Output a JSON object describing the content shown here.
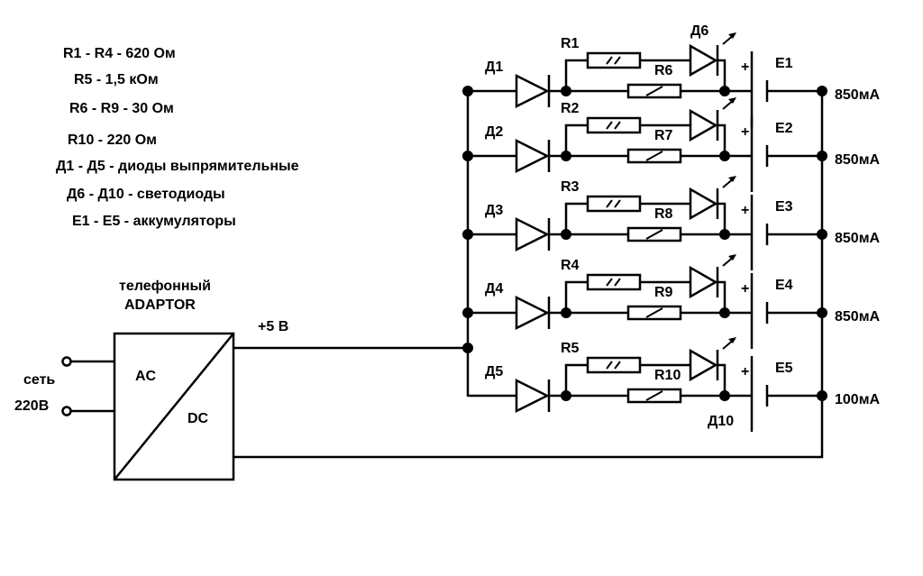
{
  "legend": [
    "R1 - R4 - 620 Ом",
    "R5 - 1,5 кОм",
    "R6 - R9 - 30 Ом",
    "R10 - 220 Ом",
    "Д1 - Д5 - диоды выпрямительные",
    "Д6 - Д10 - светодиоды",
    "E1 - E5 - аккумуляторы"
  ],
  "adapter": {
    "title_line1": "телефонный",
    "title_line2": "ADAPTOR",
    "ac": "AC",
    "dc": "DC",
    "mains_line1": "сеть",
    "mains_line2": "220В",
    "output": "+5 В"
  },
  "branches": [
    {
      "diode": "Д1",
      "r_led": "R1",
      "r_main": "R6",
      "led": "Д6",
      "battery": "E1",
      "current": "850мА"
    },
    {
      "diode": "Д2",
      "r_led": "R2",
      "r_main": "R7",
      "led": "",
      "battery": "E2",
      "current": "850мА"
    },
    {
      "diode": "Д3",
      "r_led": "R3",
      "r_main": "R8",
      "led": "",
      "battery": "E3",
      "current": "850мА"
    },
    {
      "diode": "Д4",
      "r_led": "R4",
      "r_main": "R9",
      "led": "",
      "battery": "E4",
      "current": "850мА"
    },
    {
      "diode": "Д5",
      "r_led": "R5",
      "r_main": "R10",
      "led": "Д10",
      "battery": "E5",
      "current": "100мА"
    }
  ],
  "plus_sign": "+"
}
